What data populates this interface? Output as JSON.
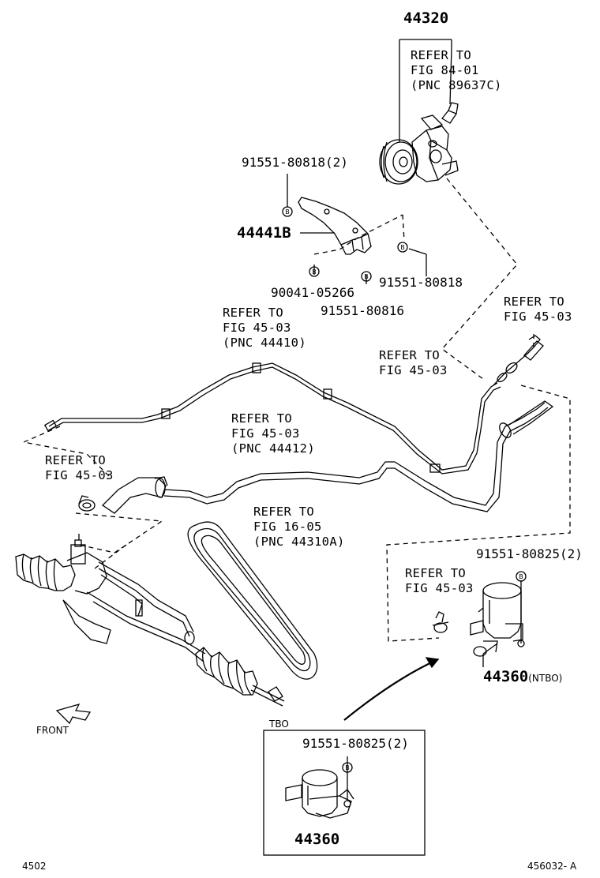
{
  "parts": {
    "p44320": "44320",
    "p44441b": "44441B",
    "p44360_ntbo": "44360",
    "ntbo_tag": "(NTBO)",
    "p44360_tbo": "44360",
    "bolt_91551_80818_2": "91551-80818(2)",
    "bolt_91551_80818": "91551-80818",
    "bolt_90041_05266": "90041-05266",
    "bolt_91551_80816": "91551-80816",
    "bolt_91551_80825_2_ntbo": "91551-80825(2)",
    "bolt_91551_80825_2_tbo": "91551-80825(2)"
  },
  "refs": {
    "fig84_line1": "REFER TO",
    "fig84_line2": "FIG 84-01",
    "fig84_line3": "(PNC 89637C)",
    "fig45a_line1": "REFER TO",
    "fig45a_line2": "FIG 45-03",
    "fig45a_line3": "(PNC 44410)",
    "fig45b_line1": "REFER TO",
    "fig45b_line2": "FIG 45-03",
    "fig45c_line1": "REFER TO",
    "fig45c_line2": "FIG 45-03",
    "fig45d_line1": "REFER TO",
    "fig45d_line2": "FIG 45-03",
    "fig45d_line3": "(PNC 44412)",
    "fig45e_line1": "REFER TO",
    "fig45e_line2": "FIG 45-03",
    "fig16_line1": "REFER TO",
    "fig16_line2": "FIG 16-05",
    "fig16_line3": "(PNC 44310A)",
    "fig45f_line1": "REFER TO",
    "fig45f_line2": "FIG 45-03"
  },
  "labels": {
    "front": "FRONT",
    "tbo_box": "TBO",
    "page_code": "4502",
    "diagram_code": "456032- A",
    "bolt_marker": "B"
  }
}
